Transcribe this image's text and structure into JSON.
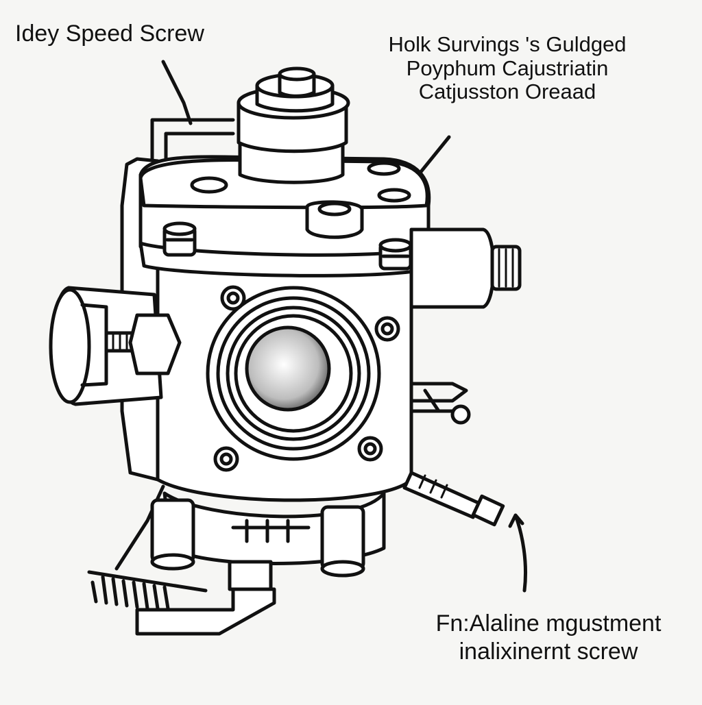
{
  "labels": {
    "idle_speed_screw": "Idey Speed Screw",
    "top_right": {
      "line1": "Holk Survings 's Guldged",
      "line2": "Poyphum Cajustriatin",
      "line3": "Catjusston Oreaad"
    },
    "bottom_right": {
      "line1": "Fn:Alaline mgustment",
      "line2": "inalixinernt screw"
    }
  },
  "colors": {
    "ink": "#111111",
    "paper": "#f6f6f4",
    "fill": "#ffffff"
  }
}
